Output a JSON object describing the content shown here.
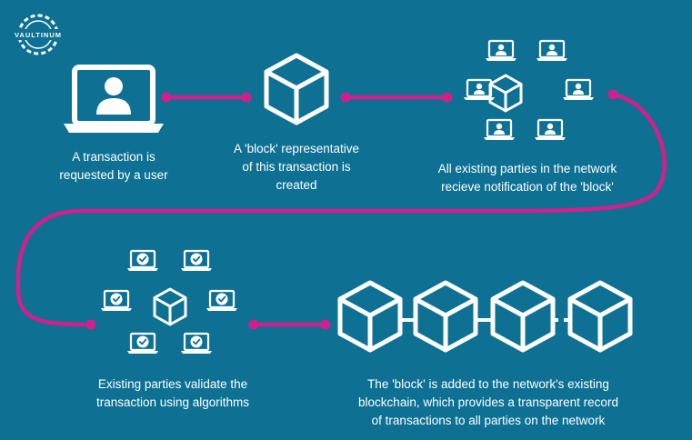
{
  "logo": {
    "text": "VAULTINUM"
  },
  "colors": {
    "background": "#0e7194",
    "connector": "#d21f8c",
    "icon": "#ffffff"
  },
  "steps": [
    {
      "lines": [
        "A transaction is",
        "requested by a user"
      ]
    },
    {
      "lines": [
        "A 'block' representative",
        "of this transaction is",
        "created"
      ]
    },
    {
      "lines": [
        "All existing parties in the network",
        "recieve notification of the 'block'"
      ]
    },
    {
      "lines": [
        "Existing parties validate the",
        "transaction using algorithms"
      ]
    },
    {
      "lines": [
        "The 'block' is added to the network's existing",
        "blockchain, which provides a transparent record",
        "of transactions to all parties on the network"
      ]
    }
  ],
  "icons": {
    "step1": "laptop-user-icon",
    "step2": "cube-block-icon",
    "step3": "network-laptops-user-icon",
    "step4": "network-laptops-check-icon",
    "step5": "blockchain-cubes-icon"
  }
}
